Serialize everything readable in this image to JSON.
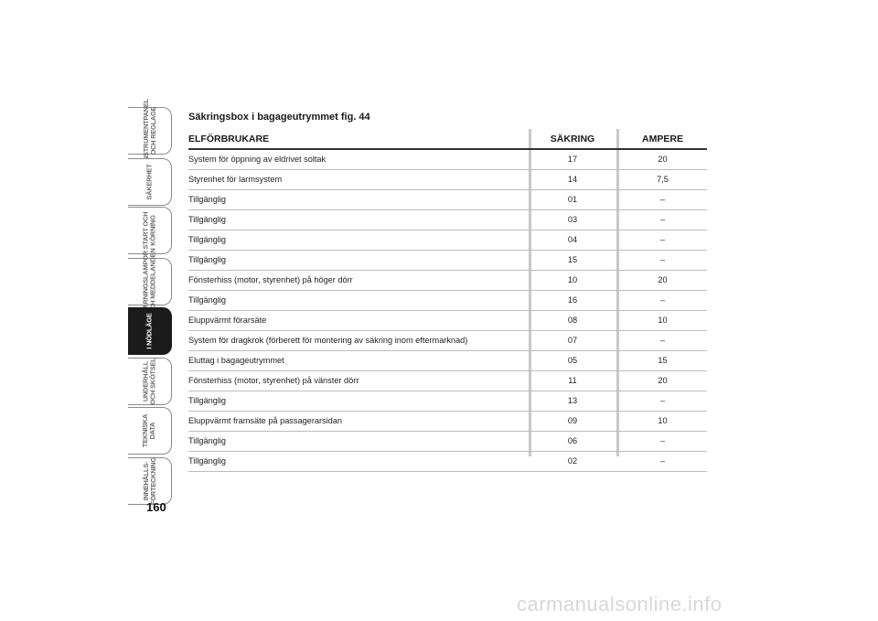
{
  "tabs": [
    {
      "label": "INSTRUMENTPANEL\nOCH REGLAGE",
      "active": false
    },
    {
      "label": "SÄKERHET",
      "active": false
    },
    {
      "label": "START OCH\nKÖRNING",
      "active": false
    },
    {
      "label": "VARNINGSLAMPOR\nOCH MEDDELANDEN",
      "active": false
    },
    {
      "label": "I NÖDLÄGE",
      "active": true
    },
    {
      "label": "UNDERHÅLL\nOCH SKÖTSEL",
      "active": false
    },
    {
      "label": "TEKNISKA\nDATA",
      "active": false
    },
    {
      "label": "INNEHÅLLS-\nFÖRTECKNING",
      "active": false
    }
  ],
  "page_number": "160",
  "title": "Säkringsbox i bagageutrymmet fig. 44",
  "table": {
    "headers": [
      "ELFÖRBRUKARE",
      "SÄKRING",
      "AMPERE"
    ],
    "rows": [
      [
        "System för öppning av eldrivet soltak",
        "17",
        "20"
      ],
      [
        "Styrenhet för larmsystem",
        "14",
        "7,5"
      ],
      [
        "Tillgänglig",
        "01",
        "–"
      ],
      [
        "Tillgänglig",
        "03",
        "–"
      ],
      [
        "Tillgänglig",
        "04",
        "–"
      ],
      [
        "Tillgänglig",
        "15",
        "–"
      ],
      [
        "Fönsterhiss (motor, styrenhet) på höger dörr",
        "10",
        "20"
      ],
      [
        "Tillgänglig",
        "16",
        "–"
      ],
      [
        "Eluppvärmt förarsäte",
        "08",
        "10"
      ],
      [
        "System för dragkrok (förberett för montering av säkring inom eftermarknad)",
        "07",
        "–"
      ],
      [
        "Eluttag i bagageutrymmet",
        "05",
        "15"
      ],
      [
        "Fönsterhiss (motor, styrenhet) på vänster dörr",
        "11",
        "20"
      ],
      [
        "Tillgänglig",
        "13",
        "–"
      ],
      [
        "Eluppvärmt framsäte på passagerarsidan",
        "09",
        "10"
      ],
      [
        "Tillgänglig",
        "06",
        "–"
      ],
      [
        "Tillgänglig",
        "02",
        "–"
      ]
    ]
  },
  "watermark": "carmanualsonline.info"
}
